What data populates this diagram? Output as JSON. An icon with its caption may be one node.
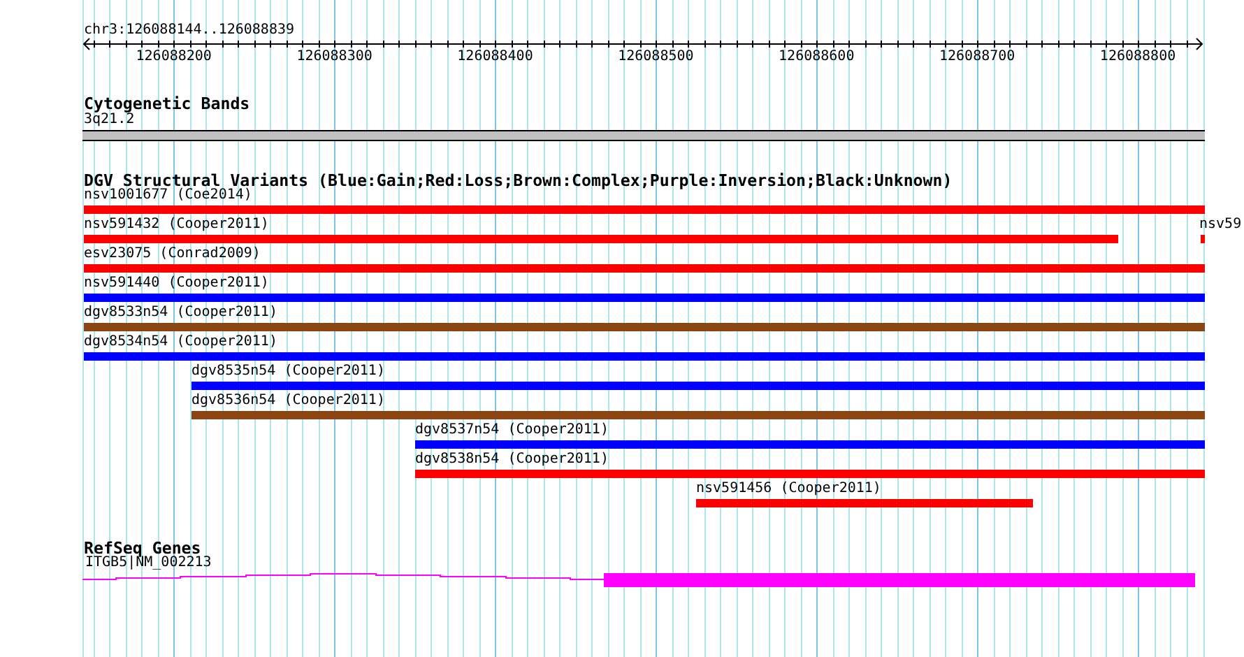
{
  "diagram": {
    "nodes": [
      {
        "text": [
          "3q21.2"
        ]
      },
      {
        "text": [
          "nsv1001677 (Coe2014)"
        ]
      },
      {
        "text": [
          "nsv591432 (Cooper2011)"
        ]
      },
      {
        "text": [
          "nsv59"
        ]
      },
      {
        "text": [
          "esv23075 (Conrad2009)"
        ]
      },
      {
        "text": [
          "nsv591440 (Cooper2011)"
        ]
      },
      {
        "text": [
          "dgv8533n54 (Cooper2011)"
        ]
      },
      {
        "text": [
          "dgv8534n54 (Cooper2011)"
        ]
      },
      {
        "text": [
          "dgv8535n54 (Cooper2011)"
        ]
      },
      {
        "text": [
          "dgv8536n54 (Cooper2011)"
        ]
      },
      {
        "text": [
          "dgv8537n54 (Cooper2011)"
        ]
      },
      {
        "text": [
          "dgv8538n54 (Cooper2011)"
        ]
      },
      {
        "text": [
          "nsv591456 (Cooper2011)"
        ]
      },
      {
        "text": [
          "ITGB5|NM_002213"
        ]
      }
    ],
    "labels": [
      "chr3:126088144..126088839",
      "126088200",
      "126088300",
      "126088400",
      "126088500",
      "126088600",
      "126088700",
      "126088800",
      "Cytogenetic Bands",
      "DGV Structural Variants (Blue:Gain;Red:Loss;Brown:Complex;Purple:Inversion;Black:Unknown)",
      "RefSeq Genes"
    ]
  }
}
